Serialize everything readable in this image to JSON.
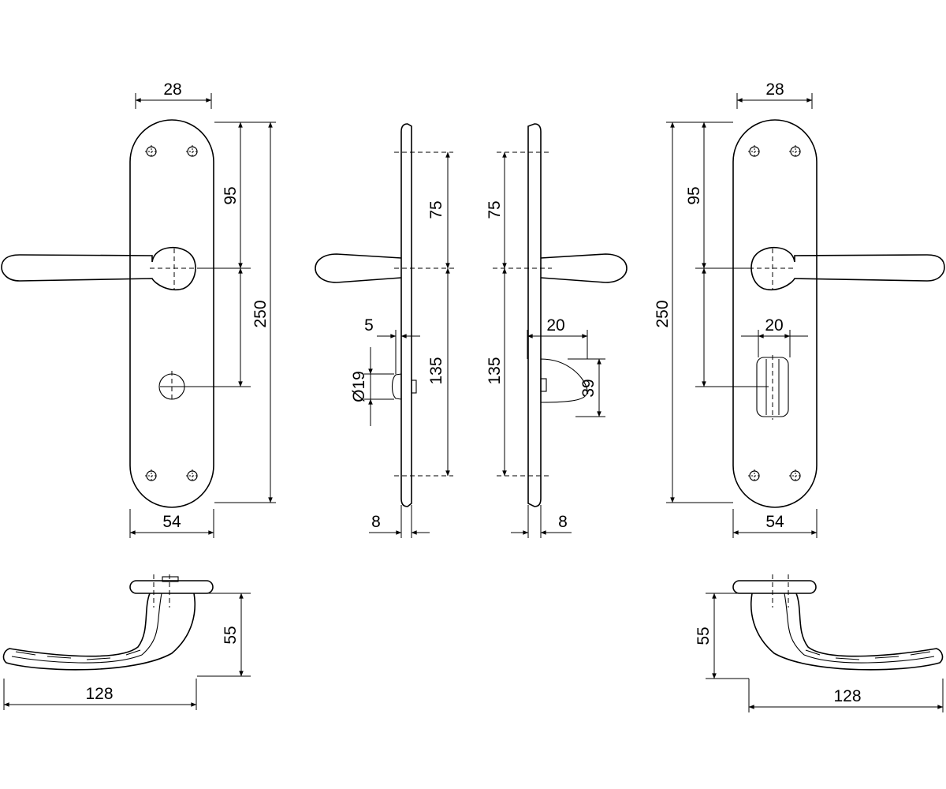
{
  "front_view_left": {
    "plate_width_top": "28",
    "height_upper": "95",
    "height_total": "250",
    "plate_width_bottom": "54"
  },
  "side_view_left": {
    "height_upper": "75",
    "offset_small": "5",
    "diameter": "Ø19",
    "height_lower": "135",
    "thickness": "8"
  },
  "side_view_right": {
    "height_upper": "75",
    "width_turn": "20",
    "height_lower": "135",
    "height_turn": "39",
    "thickness": "8"
  },
  "front_view_right": {
    "plate_width_top": "28",
    "height_upper": "95",
    "height_total": "250",
    "width_turn": "20",
    "plate_width_bottom": "54"
  },
  "top_view_left": {
    "depth": "55",
    "length": "128"
  },
  "top_view_right": {
    "depth": "55",
    "length": "128"
  }
}
